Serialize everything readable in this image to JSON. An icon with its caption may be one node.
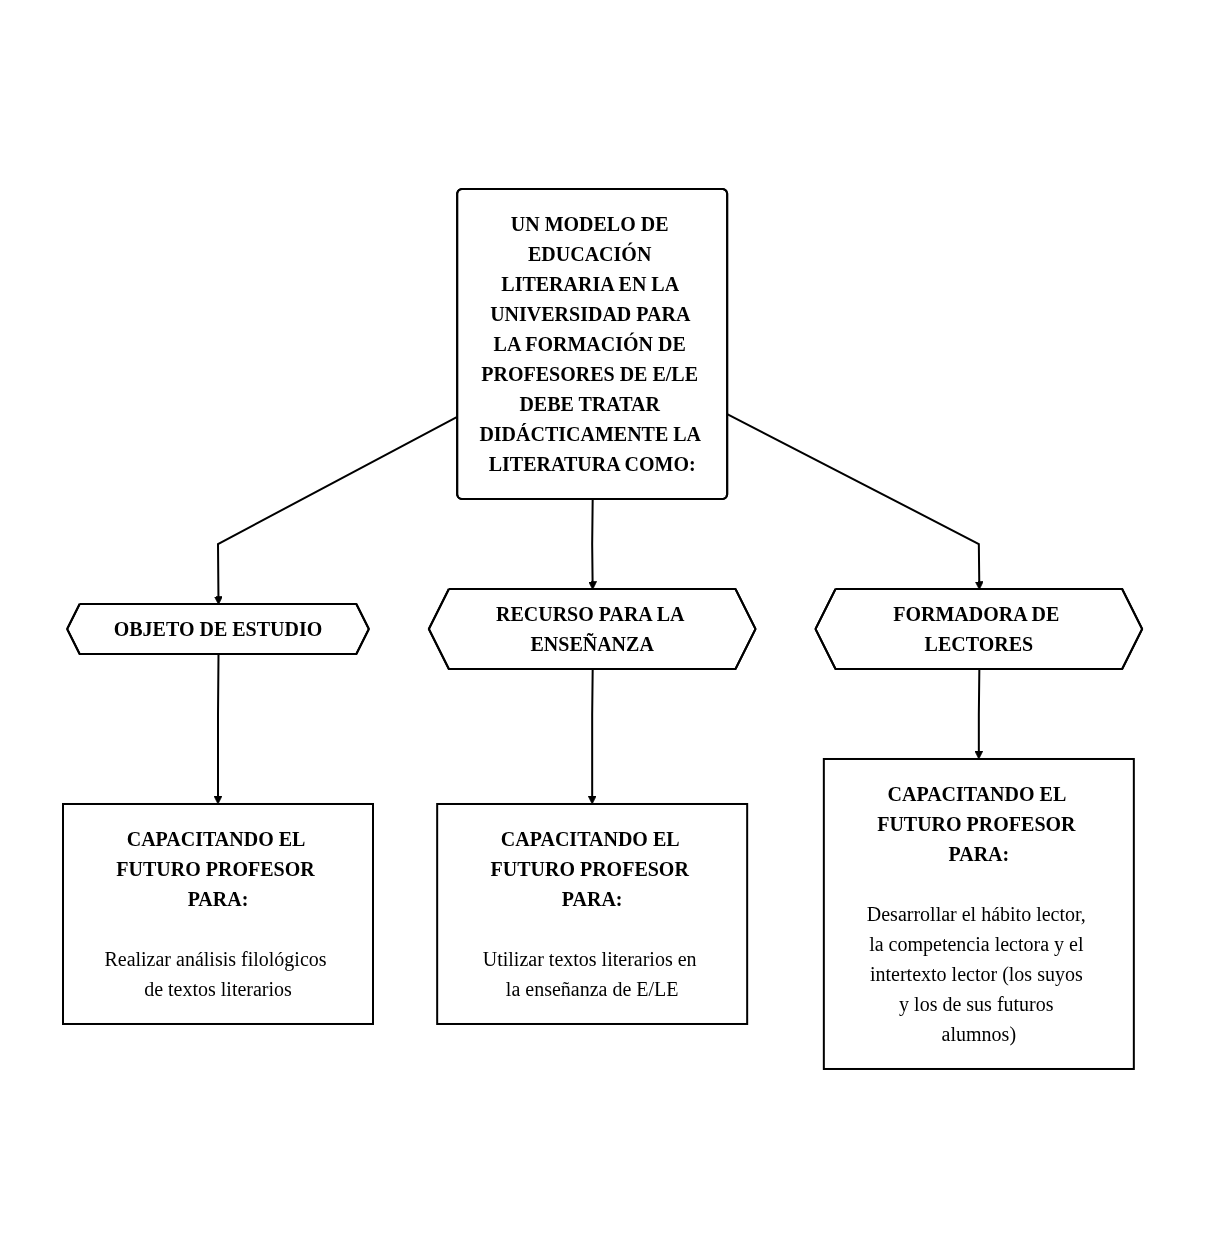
{
  "diagram": {
    "nodes": [
      {
        "text": [
          "UN MODELO DE EDUCACIÓN LITERARIA EN LA UNIVERSIDAD PARA LA FORMACIÓN DE PROFESORES DE E/LE DEBE TRATAR DIDÁCTICAMENTE LA LITERATURA COMO:"
        ]
      },
      {
        "text": [
          "OBJETO DE ESTUDIO"
        ]
      },
      {
        "text": [
          "RECURSO PARA LA ENSEÑANZA"
        ]
      },
      {
        "text": [
          "FORMADORA DE LECTORES"
        ]
      },
      {
        "text": [
          "CAPACITANDO EL FUTURO PROFESOR PARA:",
          "Realizar análisis filológicos de textos literarios"
        ]
      },
      {
        "text": [
          "CAPACITANDO EL FUTURO PROFESOR PARA:",
          "Utilizar textos literarios en la enseñanza de E/LE"
        ]
      },
      {
        "text": [
          "CAPACITANDO EL FUTURO PROFESOR PARA:",
          "Desarrollar el hábito lector, la competencia lectora y el intertexto lector (los suyos y los de sus futuros alumnos)"
        ]
      }
    ],
    "edges": [
      {
        "from": 0,
        "to": 1,
        "arrow": "to"
      },
      {
        "from": 0,
        "to": 2,
        "arrow": "to"
      },
      {
        "from": 0,
        "to": 3,
        "arrow": "to"
      },
      {
        "from": 1,
        "to": 4,
        "arrow": "to"
      },
      {
        "from": 2,
        "to": 5,
        "arrow": "to"
      },
      {
        "from": 3,
        "to": 6,
        "arrow": "to"
      }
    ]
  }
}
